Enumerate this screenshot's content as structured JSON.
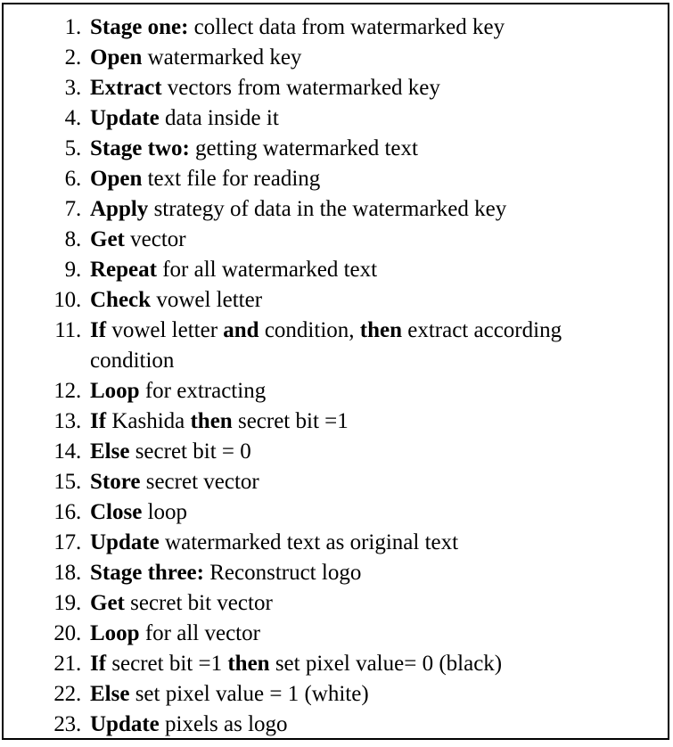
{
  "document": {
    "kind": "algorithm-listing",
    "border_color": "#000000",
    "background_color": "#ffffff",
    "text_color": "#000000",
    "steps": [
      {
        "number": "1.",
        "segments": [
          {
            "text": "Stage one:",
            "bold": true
          },
          {
            "text": " collect data from watermarked key",
            "bold": false
          }
        ]
      },
      {
        "number": "2.",
        "segments": [
          {
            "text": "Open",
            "bold": true
          },
          {
            "text": " watermarked key",
            "bold": false
          }
        ]
      },
      {
        "number": "3.",
        "segments": [
          {
            "text": "Extract",
            "bold": true
          },
          {
            "text": " vectors from watermarked key",
            "bold": false
          }
        ]
      },
      {
        "number": "4.",
        "segments": [
          {
            "text": "Update",
            "bold": true
          },
          {
            "text": " data inside it",
            "bold": false
          }
        ]
      },
      {
        "number": "5.",
        "segments": [
          {
            "text": "Stage two:",
            "bold": true
          },
          {
            "text": " getting watermarked text",
            "bold": false
          }
        ]
      },
      {
        "number": "6.",
        "segments": [
          {
            "text": "Open",
            "bold": true
          },
          {
            "text": " text file for reading",
            "bold": false
          }
        ]
      },
      {
        "number": "7.",
        "segments": [
          {
            "text": "Apply",
            "bold": true
          },
          {
            "text": " strategy of data in the watermarked key",
            "bold": false
          }
        ]
      },
      {
        "number": "8.",
        "segments": [
          {
            "text": "Get",
            "bold": true
          },
          {
            "text": " vector",
            "bold": false
          }
        ]
      },
      {
        "number": "9.",
        "segments": [
          {
            "text": "Repeat",
            "bold": true
          },
          {
            "text": " for all watermarked text",
            "bold": false
          }
        ]
      },
      {
        "number": "10.",
        "segments": [
          {
            "text": "Check",
            "bold": true
          },
          {
            "text": " vowel letter",
            "bold": false
          }
        ]
      },
      {
        "number": "11.",
        "wrapped": true,
        "segments": [
          {
            "text": "If",
            "bold": true
          },
          {
            "text": " vowel letter ",
            "bold": false
          },
          {
            "text": "and",
            "bold": true
          },
          {
            "text": " condition, ",
            "bold": false
          },
          {
            "text": "then",
            "bold": true
          },
          {
            "text": " extract according condition",
            "bold": false
          }
        ]
      },
      {
        "number": "12.",
        "segments": [
          {
            "text": "Loop",
            "bold": true
          },
          {
            "text": " for extracting",
            "bold": false
          }
        ]
      },
      {
        "number": "13.",
        "segments": [
          {
            "text": "If",
            "bold": true
          },
          {
            "text": " Kashida ",
            "bold": false
          },
          {
            "text": "then",
            "bold": true
          },
          {
            "text": " secret bit =1",
            "bold": false
          }
        ]
      },
      {
        "number": "14.",
        "segments": [
          {
            "text": "Else",
            "bold": true
          },
          {
            "text": " secret bit = 0",
            "bold": false
          }
        ]
      },
      {
        "number": "15.",
        "segments": [
          {
            "text": "Store",
            "bold": true
          },
          {
            "text": " secret vector",
            "bold": false
          }
        ]
      },
      {
        "number": "16.",
        "segments": [
          {
            "text": "Close",
            "bold": true
          },
          {
            "text": " loop",
            "bold": false
          }
        ]
      },
      {
        "number": "17.",
        "segments": [
          {
            "text": "Update",
            "bold": true
          },
          {
            "text": " watermarked text as original text",
            "bold": false
          }
        ]
      },
      {
        "number": "18.",
        "segments": [
          {
            "text": "Stage three:",
            "bold": true
          },
          {
            "text": " Reconstruct logo",
            "bold": false
          }
        ]
      },
      {
        "number": "19.",
        "segments": [
          {
            "text": "Get",
            "bold": true
          },
          {
            "text": " secret bit vector",
            "bold": false
          }
        ]
      },
      {
        "number": "20.",
        "segments": [
          {
            "text": "Loop",
            "bold": true
          },
          {
            "text": " for all vector",
            "bold": false
          }
        ]
      },
      {
        "number": "21.",
        "segments": [
          {
            "text": "If",
            "bold": true
          },
          {
            "text": " secret bit =1 ",
            "bold": false
          },
          {
            "text": "then",
            "bold": true
          },
          {
            "text": " set pixel value= 0 (black)",
            "bold": false
          }
        ]
      },
      {
        "number": "22.",
        "segments": [
          {
            "text": "Else",
            "bold": true
          },
          {
            "text": " set pixel value = 1 (white)",
            "bold": false
          }
        ]
      },
      {
        "number": "23.",
        "segments": [
          {
            "text": "Update",
            "bold": true
          },
          {
            "text": " pixels as logo",
            "bold": false
          }
        ]
      }
    ]
  }
}
